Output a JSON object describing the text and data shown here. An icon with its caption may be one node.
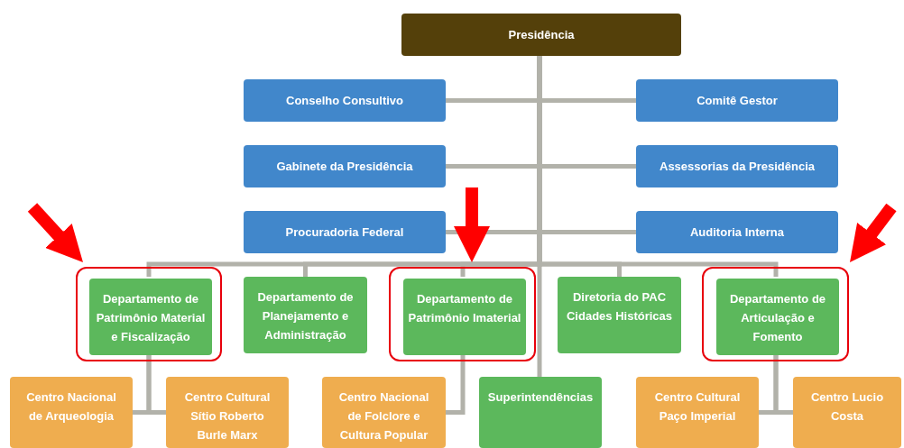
{
  "diagram": {
    "nodes": [
      {
        "text": [
          "Presidência"
        ]
      },
      {
        "text": [
          "Conselho Consultivo"
        ]
      },
      {
        "text": [
          "Comitê Gestor"
        ]
      },
      {
        "text": [
          "Gabinete da Presidência"
        ]
      },
      {
        "text": [
          "Assessorias da Presidência"
        ]
      },
      {
        "text": [
          "Procuradoria Federal"
        ]
      },
      {
        "text": [
          "Auditoria Interna"
        ]
      },
      {
        "text": [],
        "shape": "box"
      },
      {
        "text": [
          "Departamento de Patrimônio Material e Fiscalização"
        ],
        "in": 7
      },
      {
        "text": [
          "Departamento de Planejamento e Administração"
        ]
      },
      {
        "text": [],
        "shape": "box"
      },
      {
        "text": [
          "Departamento de Patrimônio Imaterial"
        ],
        "in": 10
      },
      {
        "text": [
          "Diretoria do PAC Cidades Históricas"
        ]
      },
      {
        "text": [],
        "shape": "box"
      },
      {
        "text": [
          "Departamento de Articulação e Fomento"
        ],
        "in": 13
      },
      {
        "text": [
          "Centro Nacional de Arqueologia"
        ]
      },
      {
        "text": [
          "Centro Cultural Sítio Roberto Burle Marx"
        ]
      },
      {
        "text": [
          "Centro Nacional de Folclore e Cultura Popular"
        ]
      },
      {
        "text": [
          "Superintendências"
        ]
      },
      {
        "text": [
          "Centro Cultural Paço Imperial"
        ]
      },
      {
        "text": [
          "Centro Lucio Costa"
        ]
      }
    ],
    "edges": [
      {
        "from": 0,
        "to": 1,
        "arrow": "none"
      },
      {
        "from": 0,
        "to": 2,
        "arrow": "none"
      },
      {
        "from": 0,
        "to": 3,
        "arrow": "none"
      },
      {
        "from": 0,
        "to": 4,
        "arrow": "none"
      },
      {
        "from": 0,
        "to": 5,
        "arrow": "none"
      },
      {
        "from": 0,
        "to": 6,
        "arrow": "none"
      },
      {
        "from": 0,
        "to": 8,
        "arrow": "none"
      },
      {
        "from": 0,
        "to": 9,
        "arrow": "none"
      },
      {
        "from": 0,
        "to": 11,
        "arrow": "none"
      },
      {
        "from": 0,
        "to": 12,
        "arrow": "none"
      },
      {
        "from": 0,
        "to": 14,
        "arrow": "none"
      },
      {
        "from": 0,
        "to": 18,
        "arrow": "none"
      },
      {
        "from": 8,
        "to": 15,
        "arrow": "none"
      },
      {
        "from": 8,
        "to": 16,
        "arrow": "none"
      },
      {
        "from": 11,
        "to": 17,
        "arrow": "none"
      },
      {
        "from": 14,
        "to": 19,
        "arrow": "none"
      },
      {
        "from": 14,
        "to": 20,
        "arrow": "none"
      },
      {
        "from": null,
        "to": 7,
        "arrow": "to",
        "style": "thick",
        "color": "#ff0000"
      },
      {
        "from": null,
        "to": 10,
        "arrow": "to",
        "style": "thick",
        "color": "#ff0000"
      },
      {
        "from": null,
        "to": 13,
        "arrow": "to",
        "style": "thick",
        "color": "#ff0000"
      }
    ]
  }
}
